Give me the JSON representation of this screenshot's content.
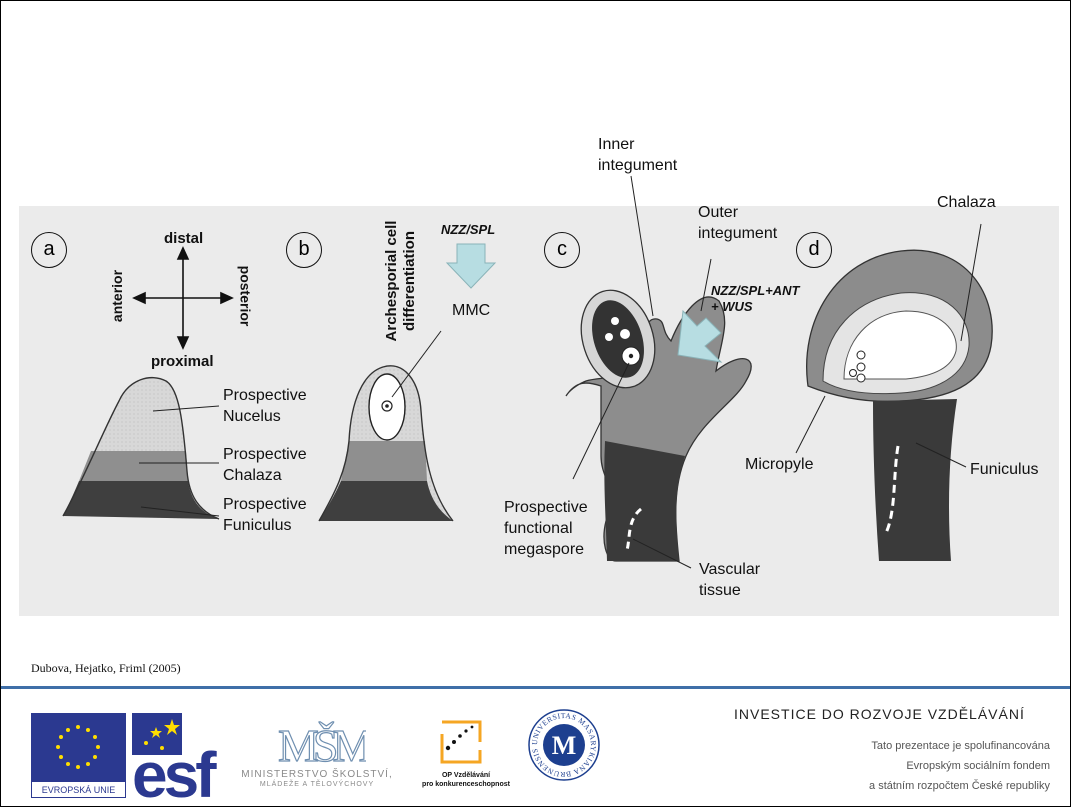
{
  "figure": {
    "panels": [
      "a",
      "b",
      "c",
      "d"
    ],
    "axes": {
      "distal": "distal",
      "proximal": "proximal",
      "anterior": "anterior",
      "posterior": "posterior"
    },
    "panel_a": {
      "nucelus": [
        "Prospective",
        "Nucelus"
      ],
      "chalaza": [
        "Prospective",
        "Chalaza"
      ],
      "funiculus": [
        "Prospective",
        "Funiculus"
      ]
    },
    "panel_b": {
      "vertical_title": [
        "Archesporial cell",
        "differentiation"
      ],
      "gene": "NZZ/SPL",
      "mmc": "MMC"
    },
    "panel_c": {
      "inner_integument": [
        "Inner",
        "integument"
      ],
      "outer_integument": [
        "Outer",
        "integument"
      ],
      "genes": [
        "NZZ/SPL+ANT",
        "+ WUS"
      ],
      "megaspore": [
        "Prospective",
        "functional",
        "megaspore"
      ],
      "vascular": [
        "Vascular",
        "tissue"
      ]
    },
    "panel_d": {
      "chalaza": "Chalaza",
      "micropyle": "Micropyle",
      "funiculus": "Funiculus"
    },
    "citation": "Dubova, Hejatko, Friml (2005)",
    "colors": {
      "light_tissue": "#d4d4d4",
      "mid_tissue": "#8c8c8c",
      "dark_tissue": "#454545",
      "arrow_fill": "#b7dde2",
      "background_panel": "#ebebeb"
    }
  },
  "footer": {
    "title": "INVESTICE DO ROZVOJE VZDĚLÁVÁNÍ",
    "lines": [
      "Tato prezentace je spolufinancována",
      "Evropským sociálním fondem",
      "a státním rozpočtem České republiky"
    ],
    "logos": {
      "eu": "EVROPSKÁ UNIE",
      "esf": "esf",
      "msmt_mark": "MŠMT",
      "msmt_caption": [
        "MINISTERSTVO ŠKOLSTVÍ,",
        "MLÁDEŽE A TĚLOVÝCHOVY"
      ],
      "op_caption": [
        "OP Vzdělávání",
        "pro konkurenceschopnost"
      ],
      "muni_ring": "UNIVERSITAS MASARYKIANA BRUNENSIS",
      "muni_mark": "M"
    },
    "accent": "#3f6fa8"
  }
}
